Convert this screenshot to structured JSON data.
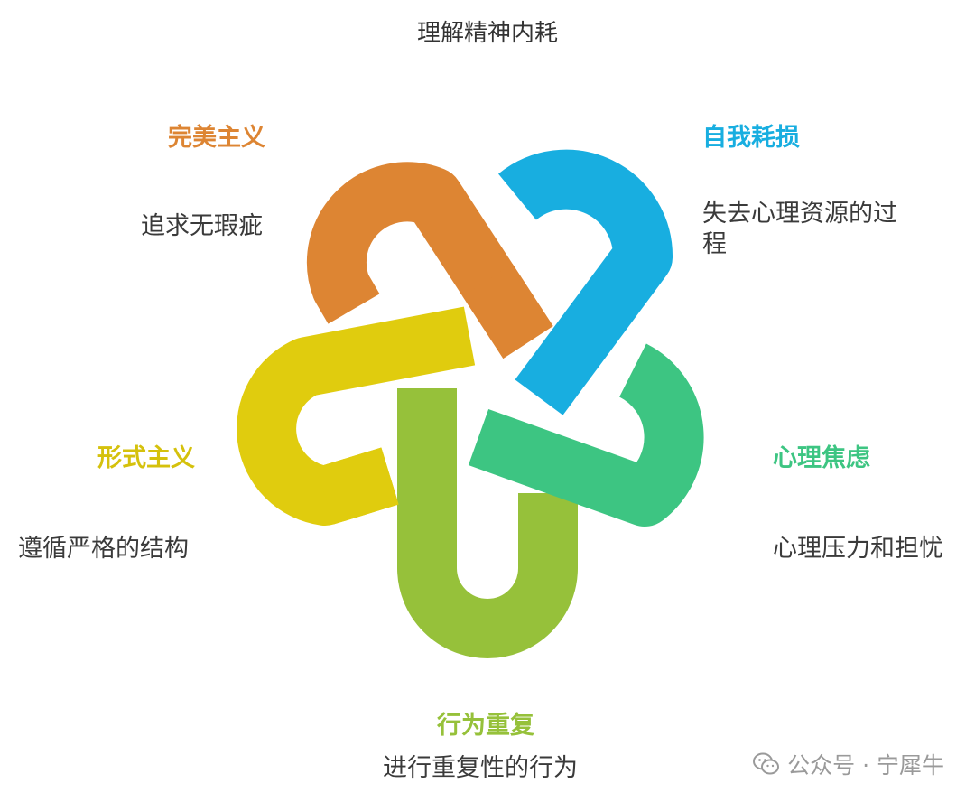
{
  "title": "理解精神内耗",
  "watermark": "公众号 · 宁犀牛",
  "colors": {
    "perfectionism": "#DD8533",
    "self_depletion": "#18AEE0",
    "anxiety": "#3DC582",
    "repetition": "#96C13A",
    "formalism": "#E0CC0E"
  },
  "items": [
    {
      "label": "完美主义",
      "desc": "追求无瑕疵"
    },
    {
      "label": "自我耗损",
      "desc": "失去心理资源的过程"
    },
    {
      "label": "心理焦虑",
      "desc": "心理压力和担忧"
    },
    {
      "label": "行为重复",
      "desc": "进行重复性的行为"
    },
    {
      "label": "形式主义",
      "desc": "遵循严格的结构"
    }
  ]
}
